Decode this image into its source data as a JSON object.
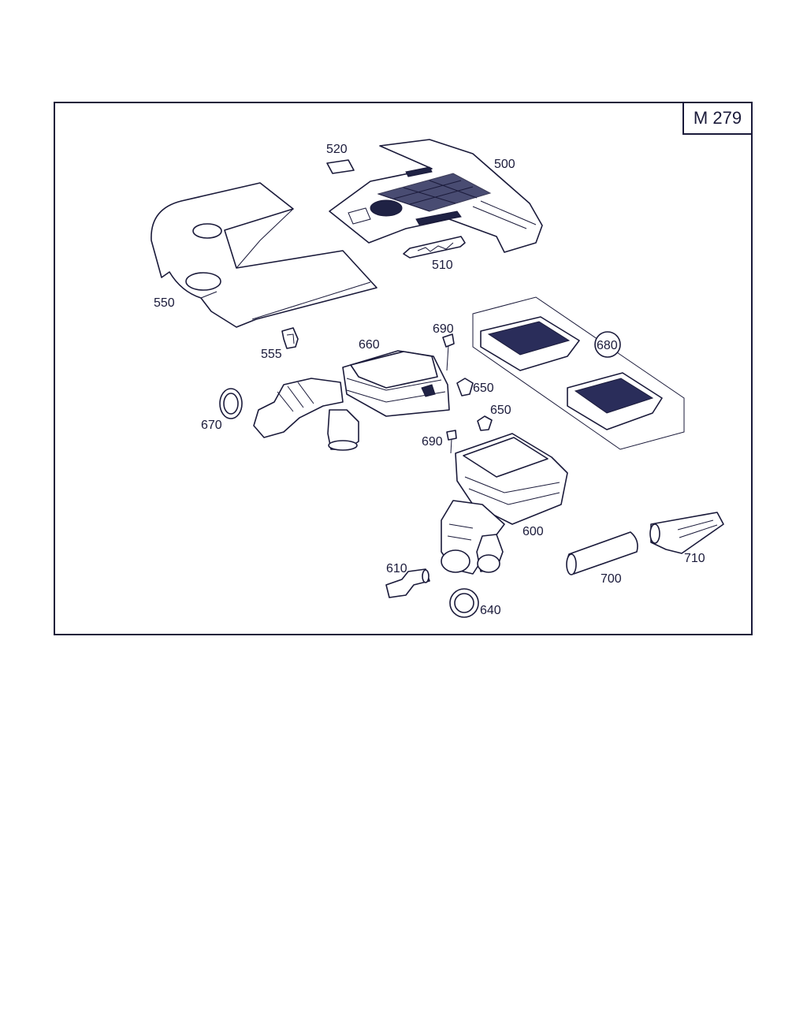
{
  "model_code": "M 279",
  "part_labels": {
    "p500": "500",
    "p510": "510",
    "p520": "520",
    "p550": "550",
    "p555": "555",
    "p600": "600",
    "p610": "610",
    "p640": "640",
    "p650a": "650",
    "p650b": "650",
    "p660": "660",
    "p670": "670",
    "p680": "680",
    "p690a": "690",
    "p690b": "690",
    "p700": "700",
    "p710": "710"
  },
  "colors": {
    "line": "#1a1a3a",
    "fill_dark": "#1f2244",
    "background": "#ffffff"
  }
}
